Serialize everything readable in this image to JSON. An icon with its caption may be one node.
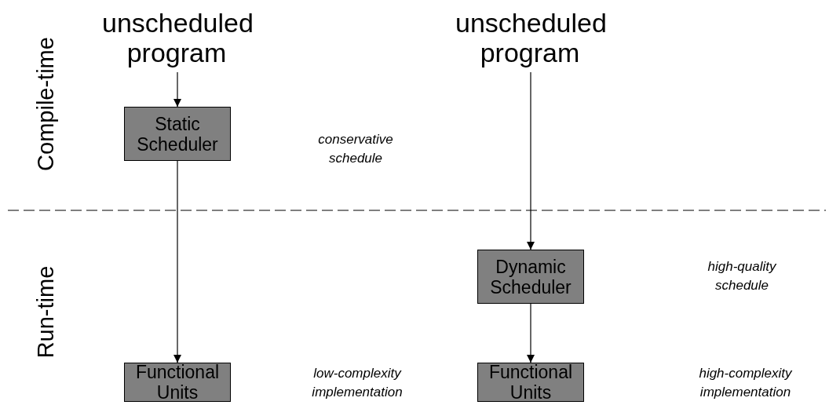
{
  "diagram": {
    "nodes": [
      {
        "text": [
          "unscheduled program"
        ]
      },
      {
        "text": [
          "Static Scheduler"
        ]
      },
      {
        "text": [
          "Functional Units"
        ]
      },
      {
        "text": [
          "unscheduled program"
        ]
      },
      {
        "text": [
          "Dynamic Scheduler"
        ]
      },
      {
        "text": [
          "Functional Units"
        ]
      }
    ],
    "edges": [
      {
        "from": 0,
        "to": 1,
        "arrow": "to"
      },
      {
        "from": 1,
        "to": 2,
        "arrow": "to"
      },
      {
        "from": 3,
        "to": 4,
        "arrow": "to"
      },
      {
        "from": 4,
        "to": 5,
        "arrow": "to"
      }
    ],
    "labels": [
      "Compile-time",
      "conservative schedule",
      "Run-time",
      "high-quality schedule",
      "low-complexity implementation",
      "high-complexity implementation"
    ]
  }
}
